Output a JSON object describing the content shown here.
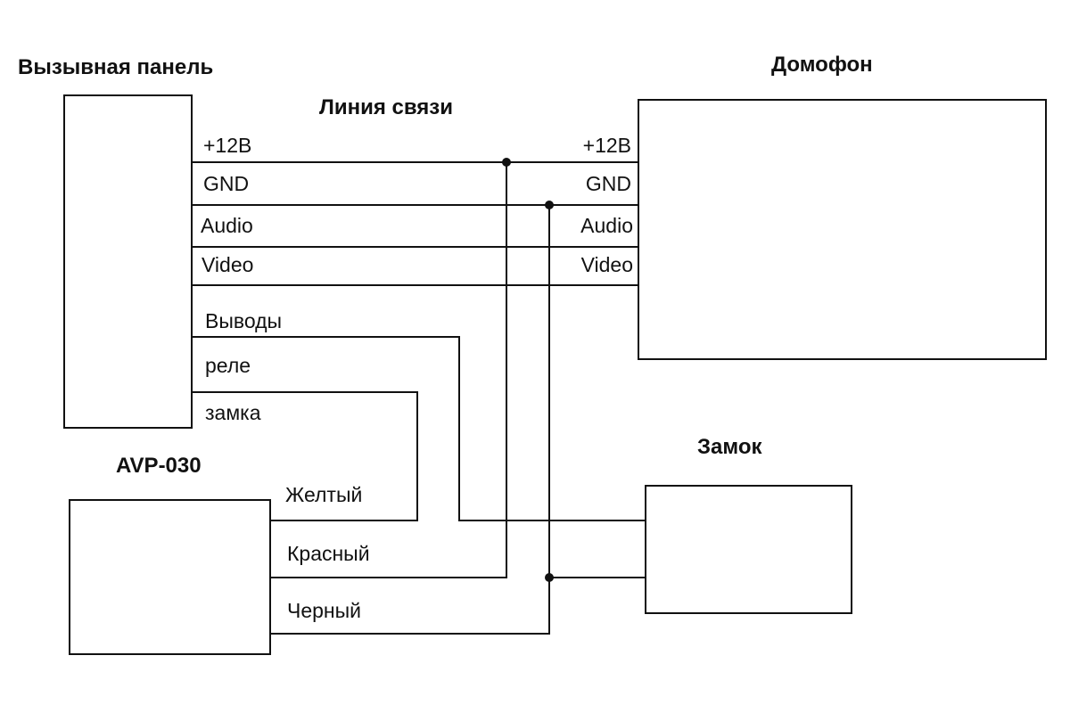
{
  "titles": {
    "panel": "Вызывная панель",
    "line": "Линия связи",
    "intercom": "Домофон",
    "avp": "AVP-030",
    "lock": "Замок"
  },
  "panel_pins": {
    "p12v": "+12В",
    "gnd": "GND",
    "audio": "Audio",
    "video": "Video",
    "relay1": "Выводы",
    "relay2": "реле",
    "relay3": "замка"
  },
  "intercom_pins": {
    "p12v": "+12В",
    "gnd": "GND",
    "audio": "Audio",
    "video": "Video"
  },
  "avp_wires": {
    "yellow": "Желтый",
    "red": "Красный",
    "black": "Черный"
  }
}
